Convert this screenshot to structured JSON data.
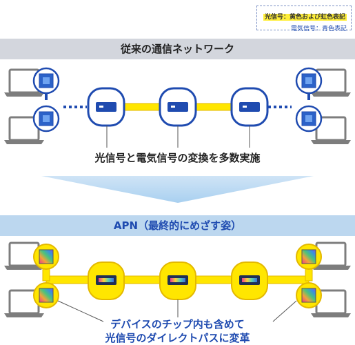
{
  "legend": {
    "optical": "光信号：黄色および虹色表記",
    "electrical": "電気信号：青色表記"
  },
  "sections": {
    "conventional": {
      "title": "従来の通信ネットワーク",
      "caption": "光信号と電気信号の変換を多数実施"
    },
    "apn": {
      "title": "APN（最終的にめざす姿）",
      "caption_line1": "デバイスのチップ内も含めて",
      "caption_line2": "光信号のダイレクトパスに変革"
    }
  },
  "colors": {
    "optical": "#ffe600",
    "electrical": "#1f4bb0",
    "band_gray": "#d3d6dd",
    "band_blue": "#bcd7ef"
  }
}
